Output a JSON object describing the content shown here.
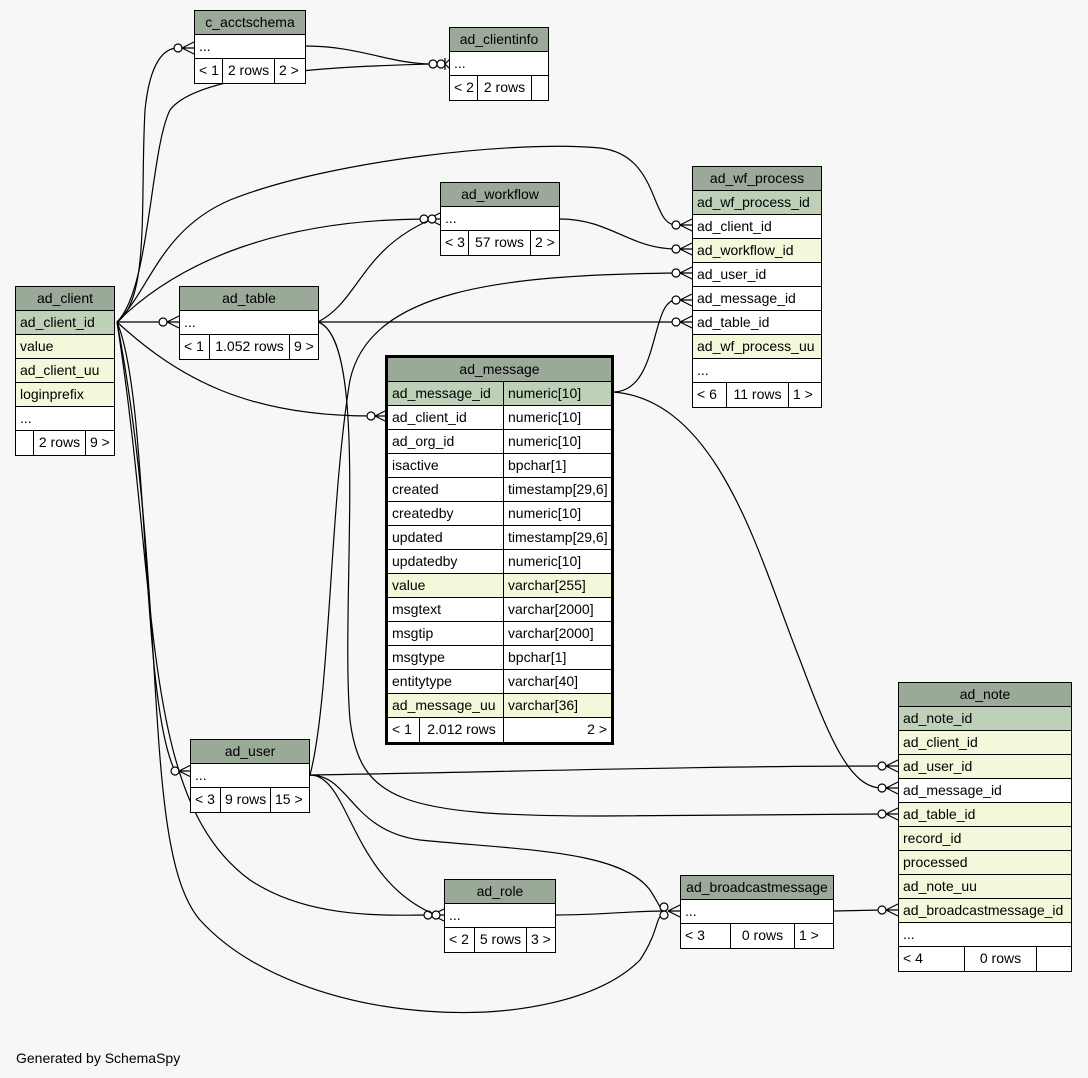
{
  "tables": [
    {
      "id": "c_acctschema",
      "title": "c_acctschema",
      "columns": [
        {
          "name": "..."
        }
      ],
      "footer": {
        "left": "< 1",
        "mid": "2 rows",
        "right": "2 >"
      }
    },
    {
      "id": "ad_clientinfo",
      "title": "ad_clientinfo",
      "columns": [
        {
          "name": "..."
        }
      ],
      "footer": {
        "left": "< 2",
        "mid": "2 rows",
        "right": ""
      }
    },
    {
      "id": "ad_workflow",
      "title": "ad_workflow",
      "columns": [
        {
          "name": "..."
        }
      ],
      "footer": {
        "left": "< 3",
        "mid": "57 rows",
        "right": "2 >"
      }
    },
    {
      "id": "ad_wf_process",
      "title": "ad_wf_process",
      "columns": [
        {
          "name": "ad_wf_process_id",
          "kind": "pk"
        },
        {
          "name": "ad_client_id"
        },
        {
          "name": "ad_workflow_id",
          "kind": "uk"
        },
        {
          "name": "ad_user_id"
        },
        {
          "name": "ad_message_id"
        },
        {
          "name": "ad_table_id"
        },
        {
          "name": "ad_wf_process_uu",
          "kind": "uk"
        },
        {
          "name": "..."
        }
      ],
      "footer": {
        "left": "< 6",
        "mid": "11 rows",
        "right": "1 >"
      }
    },
    {
      "id": "ad_client",
      "title": "ad_client",
      "columns": [
        {
          "name": "ad_client_id",
          "kind": "pk"
        },
        {
          "name": "value",
          "kind": "uk"
        },
        {
          "name": "ad_client_uu",
          "kind": "uk"
        },
        {
          "name": "loginprefix",
          "kind": "uk"
        },
        {
          "name": "..."
        }
      ],
      "footer": {
        "left": "",
        "mid": "2 rows",
        "right": "9 >"
      }
    },
    {
      "id": "ad_table",
      "title": "ad_table",
      "columns": [
        {
          "name": "..."
        }
      ],
      "footer": {
        "left": "< 1",
        "mid": "1.052 rows",
        "right": "9 >"
      }
    },
    {
      "id": "ad_message",
      "title": "ad_message",
      "focus": true,
      "columns": [
        {
          "name": "ad_message_id",
          "type": "numeric[10]",
          "kind": "pk"
        },
        {
          "name": "ad_client_id",
          "type": "numeric[10]"
        },
        {
          "name": "ad_org_id",
          "type": "numeric[10]"
        },
        {
          "name": "isactive",
          "type": "bpchar[1]"
        },
        {
          "name": "created",
          "type": "timestamp[29,6]"
        },
        {
          "name": "createdby",
          "type": "numeric[10]"
        },
        {
          "name": "updated",
          "type": "timestamp[29,6]"
        },
        {
          "name": "updatedby",
          "type": "numeric[10]"
        },
        {
          "name": "value",
          "type": "varchar[255]",
          "kind": "uk"
        },
        {
          "name": "msgtext",
          "type": "varchar[2000]"
        },
        {
          "name": "msgtip",
          "type": "varchar[2000]"
        },
        {
          "name": "msgtype",
          "type": "bpchar[1]"
        },
        {
          "name": "entitytype",
          "type": "varchar[40]"
        },
        {
          "name": "ad_message_uu",
          "type": "varchar[36]",
          "kind": "uk"
        }
      ],
      "footer": {
        "left": "< 1",
        "mid": "2.012 rows",
        "right": "2 >"
      }
    },
    {
      "id": "ad_note",
      "title": "ad_note",
      "columns": [
        {
          "name": "ad_note_id",
          "kind": "pk"
        },
        {
          "name": "ad_client_id",
          "kind": "uk"
        },
        {
          "name": "ad_user_id",
          "kind": "uk"
        },
        {
          "name": "ad_message_id"
        },
        {
          "name": "ad_table_id",
          "kind": "uk"
        },
        {
          "name": "record_id",
          "kind": "uk"
        },
        {
          "name": "processed",
          "kind": "uk"
        },
        {
          "name": "ad_note_uu",
          "kind": "uk"
        },
        {
          "name": "ad_broadcastmessage_id",
          "kind": "uk"
        },
        {
          "name": "..."
        }
      ],
      "footer": {
        "left": "< 4",
        "mid": "0 rows",
        "right": ""
      }
    },
    {
      "id": "ad_user",
      "title": "ad_user",
      "columns": [
        {
          "name": "..."
        }
      ],
      "footer": {
        "left": "< 3",
        "mid": "9 rows",
        "right": "15 >"
      }
    },
    {
      "id": "ad_role",
      "title": "ad_role",
      "columns": [
        {
          "name": "..."
        }
      ],
      "footer": {
        "left": "< 2",
        "mid": "5 rows",
        "right": "3 >"
      }
    },
    {
      "id": "ad_broadcastmessage",
      "title": "ad_broadcastmessage",
      "columns": [
        {
          "name": "..."
        }
      ],
      "footer": {
        "left": "< 3",
        "mid": "0 rows",
        "right": "1 >"
      }
    }
  ],
  "footer_text": "Generated by SchemaSpy"
}
